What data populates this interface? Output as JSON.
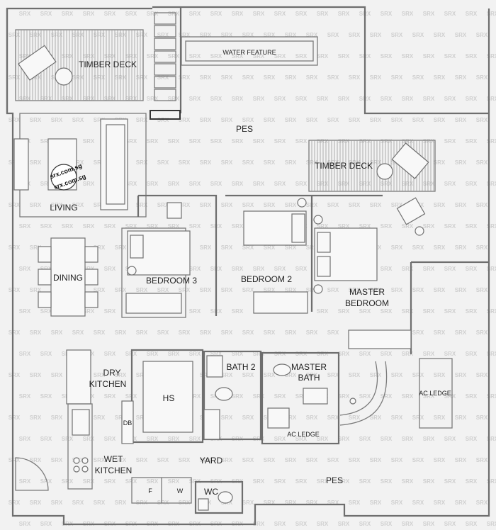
{
  "watermark": {
    "text": "SRX",
    "logo_text_top": "srx.com.sg",
    "logo_text_bottom": "srx.com.sg"
  },
  "labels": {
    "timber_deck_1": "TIMBER DECK",
    "water_feature": "WATER FEATURE",
    "pes_top": "PES",
    "timber_deck_2": "TIMBER DECK",
    "living": "LIVING",
    "dining": "DINING",
    "bedroom3": "BEDROOM 3",
    "bedroom2": "BEDROOM 2",
    "master_bedroom_1": "MASTER",
    "master_bedroom_2": "BEDROOM",
    "dry_kitchen_1": "DRY",
    "dry_kitchen_2": "KITCHEN",
    "hs": "HS",
    "db": "DB",
    "bath2": "BATH 2",
    "master_bath_1": "MASTER",
    "master_bath_2": "BATH",
    "ac_ledge_right": "AC LEDGE",
    "ac_ledge_bottom": "AC LEDGE",
    "yard": "YARD",
    "wet_kitchen_1": "WET",
    "wet_kitchen_2": "KITCHEN",
    "pes_bottom": "PES",
    "wc": "WC",
    "fridge": "F",
    "washer": "W"
  },
  "colors": {
    "background": "#f2f2f2",
    "wall": "#6e6e6e",
    "watermark": "#cfcfcf"
  }
}
